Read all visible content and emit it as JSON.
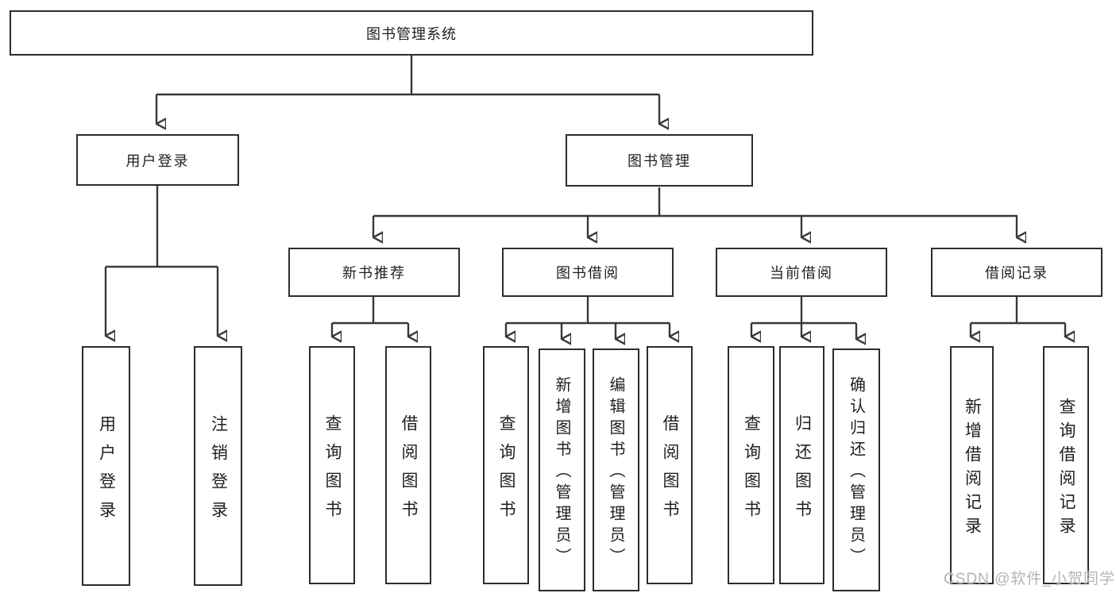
{
  "diagram": {
    "nodes": {
      "root": "图书管理系统",
      "user_login": "用户登录",
      "book_mgmt": "图书管理",
      "login": "用户登录",
      "logout": "注销登录",
      "new_rec": "新书推荐",
      "borrow": "图书借阅",
      "current": "当前借阅",
      "records": "借阅记录",
      "rec_query": "查询图书",
      "rec_borrow": "借阅图书",
      "bor_query": "查询图书",
      "bor_add": "新增图书（管理员）",
      "bor_edit": "编辑图书（管理员）",
      "bor_borrow": "借阅图书",
      "cur_query": "查询图书",
      "cur_return": "归还图书",
      "cur_confirm": "确认归还（管理员）",
      "hist_add": "新增借阅记录",
      "hist_query": "查询借阅记录"
    },
    "colors": {
      "line": "#383838",
      "box_border": "#2d2d2d",
      "text": "#1f1f1f",
      "background": "#ffffff",
      "watermark": "#b4b4b4"
    }
  },
  "watermark": "CSDN @软件_小贺同学"
}
